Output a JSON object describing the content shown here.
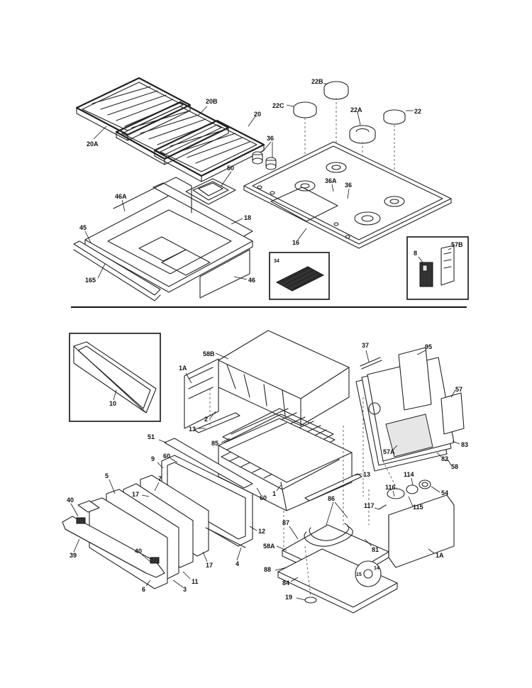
{
  "labels": {
    "l_20A": "20A",
    "l_20B": "20B",
    "l_20": "20",
    "l_22C": "22C",
    "l_22B": "22B",
    "l_22A": "22A",
    "l_22": "22",
    "l_36a": "36",
    "l_36b": "36",
    "l_36A": "36A",
    "l_50": "50",
    "l_46A": "46A",
    "l_18": "18",
    "l_45": "45",
    "l_165": "165",
    "l_46": "46",
    "l_16": "16",
    "l_34": "34",
    "l_8": "8",
    "l_57B": "57B",
    "l_10": "10",
    "l_1A_top": "1A",
    "l_58B": "58B",
    "l_37": "37",
    "l_95": "95",
    "l_57": "57",
    "l_2": "2",
    "l_13a": "13",
    "l_85": "85",
    "l_83": "83",
    "l_57A": "57A",
    "l_58": "58",
    "l_82": "82",
    "l_51": "51",
    "l_60a": "60",
    "l_9": "9",
    "l_13b": "13",
    "l_114": "114",
    "l_116": "116",
    "l_54": "54",
    "l_5": "5",
    "l_7": "7",
    "l_17a": "17",
    "l_1": "1",
    "l_60b": "60",
    "l_86": "86",
    "l_117": "117",
    "l_115": "115",
    "l_40a": "40",
    "l_12": "12",
    "l_87": "87",
    "l_39": "39",
    "l_17b": "17",
    "l_4": "4",
    "l_58A": "58A",
    "l_81": "81",
    "l_1A_bot": "1A",
    "l_40b": "40",
    "l_15": "15",
    "l_14": "14",
    "l_88": "88",
    "l_11": "11",
    "l_84": "84",
    "l_6": "6",
    "l_3": "3",
    "l_19": "19"
  }
}
